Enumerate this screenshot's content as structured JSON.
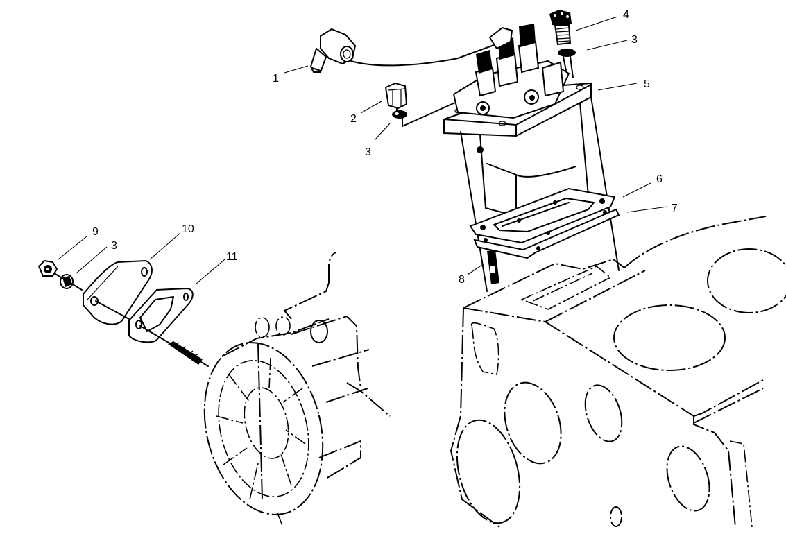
{
  "diagram": {
    "type": "exploded-parts-diagram",
    "subject": "fuel injection pump assembly on engine block",
    "callouts": [
      {
        "id": "c1",
        "label": "1",
        "part": "fuel line fitting / banjo connector"
      },
      {
        "id": "c2",
        "label": "2",
        "part": "cap / plug"
      },
      {
        "id": "c3a",
        "label": "3",
        "part": "washer (below plug)"
      },
      {
        "id": "c4",
        "label": "4",
        "part": "bolt"
      },
      {
        "id": "c3b",
        "label": "3",
        "part": "washer (under bolt)"
      },
      {
        "id": "c5",
        "label": "5",
        "part": "injection pump"
      },
      {
        "id": "c6",
        "label": "6",
        "part": "gasket (upper)"
      },
      {
        "id": "c7",
        "label": "7",
        "part": "gasket (lower)"
      },
      {
        "id": "c8",
        "label": "8",
        "part": "stud"
      },
      {
        "id": "c9",
        "label": "9",
        "part": "nut"
      },
      {
        "id": "c3c",
        "label": "3",
        "part": "washer (cover plate)"
      },
      {
        "id": "c10",
        "label": "10",
        "part": "cover plate"
      },
      {
        "id": "c11",
        "label": "11",
        "part": "cover gasket"
      }
    ]
  }
}
